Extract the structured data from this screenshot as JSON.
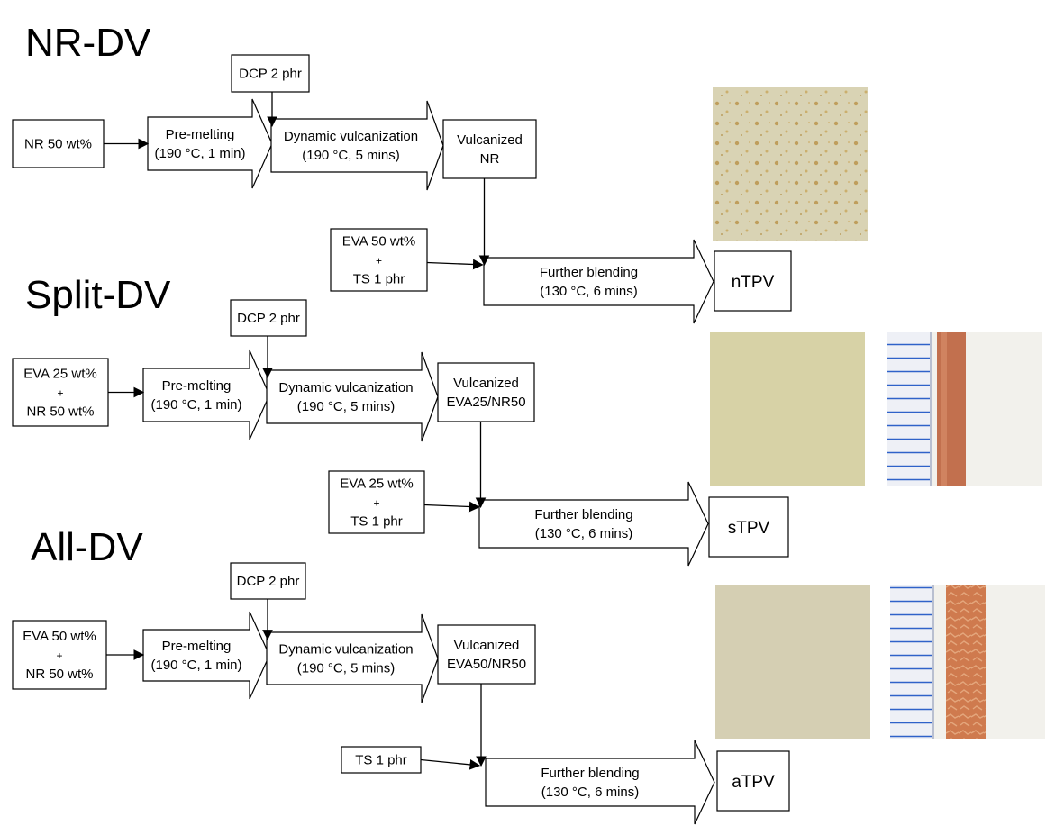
{
  "sections": [
    {
      "title": "NR-DV",
      "input": [
        "NR 50 wt%"
      ],
      "crosslinker": "DCP 2 phr",
      "premelt": [
        "Pre-melting",
        "(190 °C, 1 min)"
      ],
      "dv": [
        "Dynamic vulcanization",
        "(190 °C, 5 mins)"
      ],
      "vulcanized": [
        "Vulcanized",
        "NR"
      ],
      "second_input": [
        "EVA 50 wt%",
        "+",
        "TS 1 phr"
      ],
      "further": [
        "Further blending",
        "(130 °C, 6 mins)"
      ],
      "result": "nTPV"
    },
    {
      "title": "Split-DV",
      "input": [
        "EVA 25 wt%",
        "+",
        "NR 50 wt%"
      ],
      "crosslinker": "DCP 2 phr",
      "premelt": [
        "Pre-melting",
        "(190 °C, 1 min)"
      ],
      "dv": [
        "Dynamic vulcanization",
        "(190 °C, 5 mins)"
      ],
      "vulcanized": [
        "Vulcanized",
        "EVA25/NR50"
      ],
      "second_input": [
        "EVA 25 wt%",
        "+",
        "TS 1 phr"
      ],
      "further": [
        "Further blending",
        "(130 °C, 6 mins)"
      ],
      "result": "sTPV"
    },
    {
      "title": "All-DV",
      "input": [
        "EVA 50 wt%",
        "+",
        "NR 50 wt%"
      ],
      "crosslinker": "DCP 2 phr",
      "premelt": [
        "Pre-melting",
        "(190 °C, 1 min)"
      ],
      "dv": [
        "Dynamic vulcanization",
        "(190 °C, 5 mins)"
      ],
      "vulcanized": [
        "Vulcanized",
        "EVA50/NR50"
      ],
      "second_input": [
        "TS 1 phr"
      ],
      "further": [
        "Further blending",
        "(130 °C, 6 mins)"
      ],
      "result": "aTPV"
    }
  ],
  "colors": {
    "film_nr": "#d9d3b4",
    "film_split": "#d7d2a6",
    "film_all": "#d5cfb3",
    "strand": "#c2704e",
    "ruler_line": "#2f62c9",
    "speckle": "#b58a3a"
  }
}
